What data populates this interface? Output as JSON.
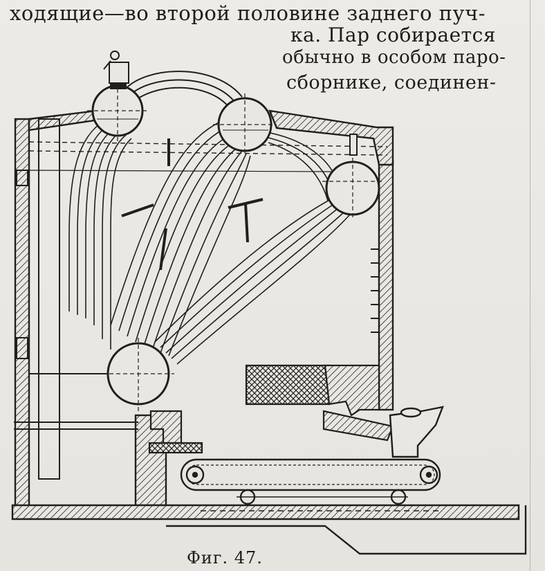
{
  "text": {
    "line1": "ходящие—во второй половине заднего пуч-",
    "line2": "ка. Пар собирается",
    "line3": "обычно в особом паро-",
    "line4": "сборнике, соединен-"
  },
  "figure": {
    "caption": "Фиг. 47."
  }
}
